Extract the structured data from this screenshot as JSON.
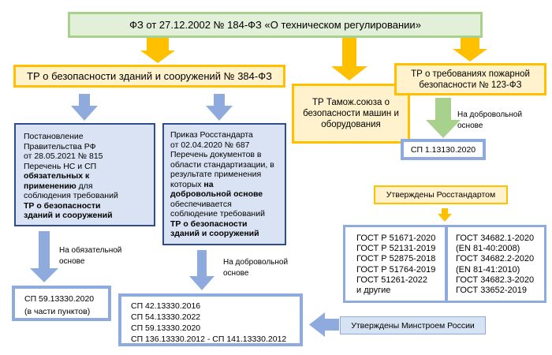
{
  "law_title": "ФЗ от 27.12.2002 № 184-ФЗ «О техническом регулировании»",
  "tr_buildings": "ТР о безопасности зданий и сооружений № 384-ФЗ",
  "tr_customs": "ТР Тамож.союза о безопасности машин и оборудования",
  "tr_fire": "ТР о требованиях пожарной безопасности № 123-ФЗ",
  "decree": {
    "l1": "Постановление",
    "l2": "Правительства РФ",
    "l3": "от 28.05.2021 № 815",
    "l4": "Перечень НС и СП",
    "l5a": "обязательных к",
    "l6a": "применению",
    "l6b": " для",
    "l7": "соблюдения требований",
    "l8a": "ТР о безопасности",
    "l9a": "зданий и сооружений"
  },
  "order": {
    "l1": "Приказ Росстандарта",
    "l2": "от 02.04.2020 № 687",
    "l3": "Перечень документов в",
    "l4": "области стандартизации, в",
    "l5": "результате применения",
    "l6a": "которых ",
    "l6b": "на",
    "l7a": "добровольной основе",
    "l8": "обеспечивается",
    "l9": "соблюдение требований",
    "l10a": "ТР о безопасности",
    "l11a": "зданий и сооружений"
  },
  "label_mandatory": {
    "l1": "На обязательной",
    "l2": "основе"
  },
  "label_voluntary_mid": {
    "l1": "На добровольной",
    "l2": "основе"
  },
  "label_voluntary_fire": {
    "l1": "На добровольной",
    "l2": "основе"
  },
  "sp_mandatory": {
    "l1": "СП 59.13330.2020",
    "l2": "(в части пунктов)"
  },
  "sp_voluntary": [
    "СП 42.13330.2016",
    "СП 54.13330.2022",
    "СП 59.13330.2020",
    "СП 136.13330.2012 - СП 141.13330.2012"
  ],
  "sp_fire": "СП 1.13130.2020",
  "rosstandart_label": "Утверждены Росстандартом",
  "minstroy_label": "Утверждены Минстроем России",
  "gost_left": [
    "ГОСТ Р 51671-2020",
    "ГОСТ Р 52131-2019",
    "ГОСТ Р 52875-2018",
    "ГОСТ Р 51764-2019",
    "ГОСТ 51261-2022",
    "и другие"
  ],
  "gost_right": [
    "ГОСТ 34682.1-2020",
    "(EN 81-40:2008)",
    "ГОСТ 34682.2-2020",
    "(EN 81-41:2010)",
    "ГОСТ 34682.3-2020",
    "ГОСТ 33652-2019"
  ],
  "colors": {
    "green_border": "#a9d18e",
    "yellow_border": "#ffc000",
    "blue_border": "#2f4d8a",
    "light_blue_border": "#8faadc",
    "arrow_blue": "#8faadc",
    "arrow_orange": "#ffc000",
    "arrow_green": "#a9d18e"
  }
}
